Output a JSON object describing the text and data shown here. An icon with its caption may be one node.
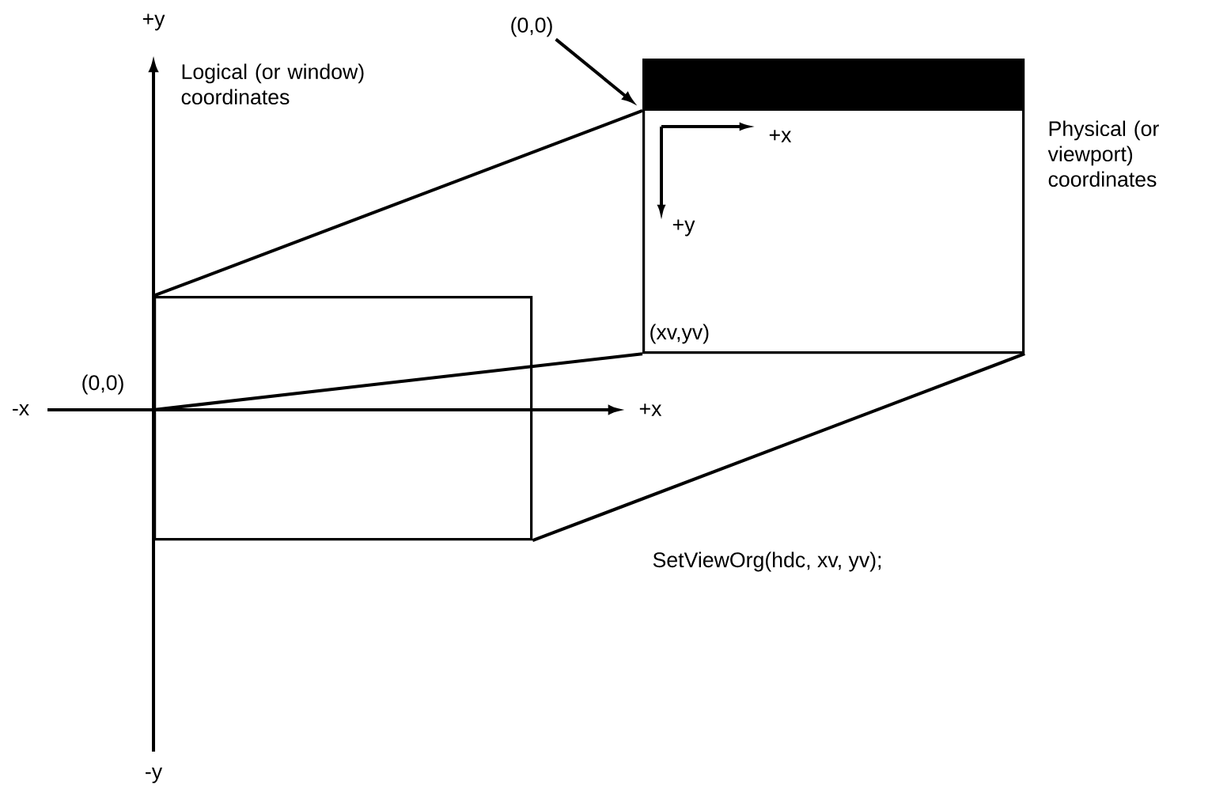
{
  "diagram": {
    "nodes": [
      {
        "text": [],
        "shape": "box"
      },
      {
        "text": [],
        "shape": "box",
        "beside": [
          "Physical (or viewport) coordinates"
        ]
      },
      {
        "text": [
          "(0,0)"
        ]
      }
    ],
    "edges": [
      {
        "from": 0,
        "to": 1,
        "arrow": "none"
      },
      {
        "from": 0,
        "to": 1,
        "arrow": "none"
      },
      {
        "from": 0,
        "to": 1,
        "arrow": "none"
      },
      {
        "from": 2,
        "to": 1,
        "arrow": "to"
      }
    ],
    "labels": [
      "+y",
      "Logical (or window) coordinates",
      "+x",
      "+y",
      "(xv,yv)",
      "(0,0)",
      "-x",
      "+x",
      "SetViewOrg(hdc, xv, yv);",
      "-y"
    ]
  }
}
